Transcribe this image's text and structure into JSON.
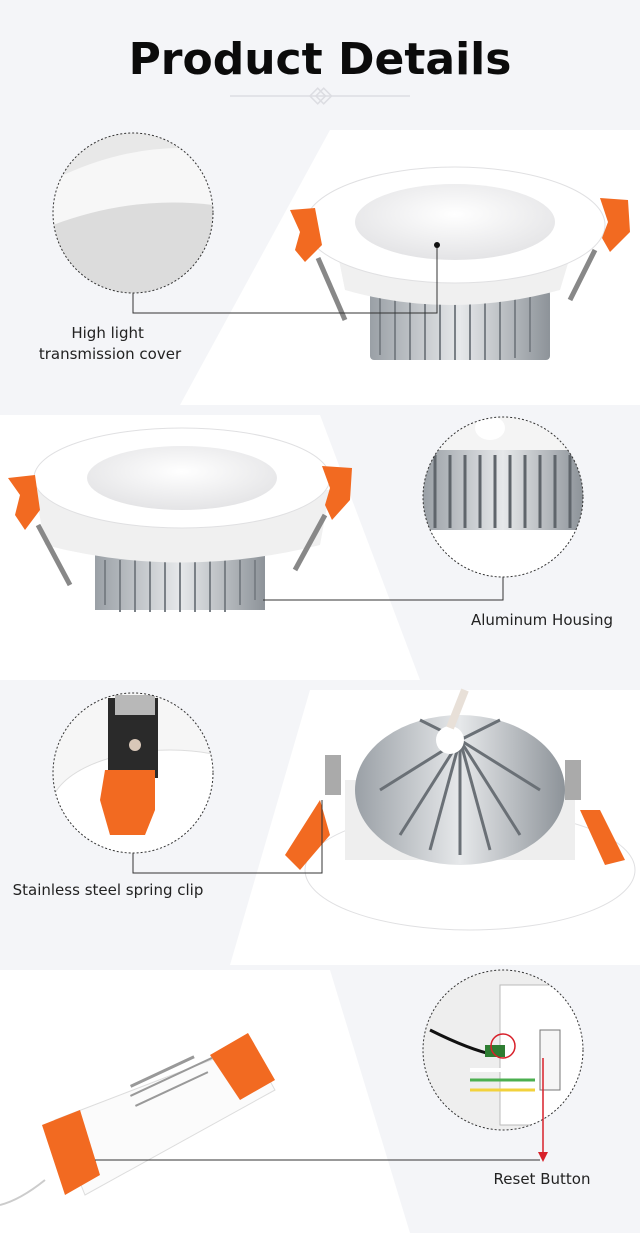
{
  "header": {
    "title": "Product Details"
  },
  "features": [
    {
      "label_lines": [
        "High light",
        "transmission cover"
      ]
    },
    {
      "label_lines": [
        "Aluminum Housing"
      ]
    },
    {
      "label_lines": [
        "Stainless steel spring clip"
      ]
    },
    {
      "label_lines": [
        "Reset Button"
      ]
    }
  ],
  "colors": {
    "clip_orange": "#f26a21",
    "accent_red": "#d8202a",
    "background": "#f4f5f8"
  }
}
